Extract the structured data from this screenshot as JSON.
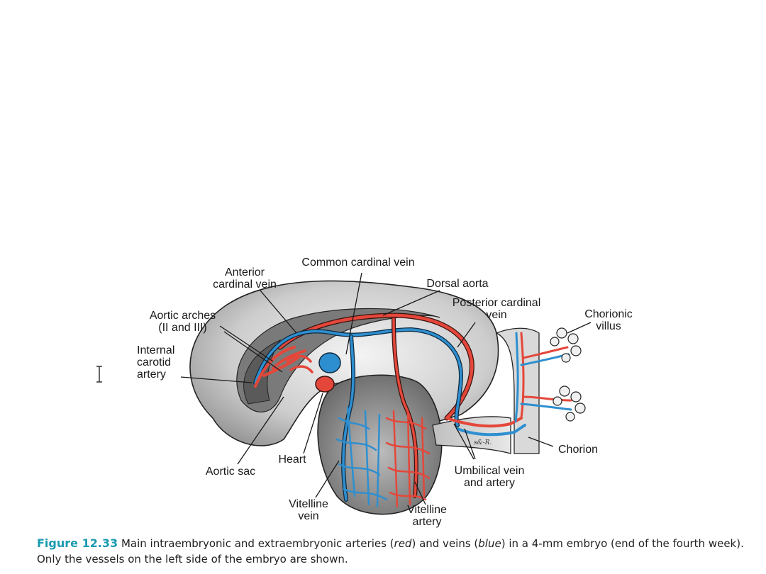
{
  "labels": {
    "common_cardinal_vein": "Common cardinal vein",
    "anterior_cardinal_vein": "Anterior\ncardinal vein",
    "dorsal_aorta": "Dorsal aorta",
    "posterior_cardinal_vein": "Posterior cardinal\nvein",
    "chorionic_villus": "Chorionic\nvillus",
    "aortic_arches": "Aortic arches\n(II and III)",
    "internal_carotid_artery": "Internal\ncarotid\nartery",
    "heart": "Heart",
    "aortic_sac": "Aortic sac",
    "chorion": "Chorion",
    "umbilical_vein_artery": "Umbilical vein\nand artery",
    "vitelline_vein": "Vitelline\nvein",
    "vitelline_artery": "Vitelline\nartery"
  },
  "caption": {
    "figure_number": "Figure 12.33",
    "text_part1": " Main intraembryonic and extraembryonic arteries (",
    "red_word": "red",
    "text_part2": ") and veins (",
    "blue_word": "blue",
    "text_part3": ") in a 4-mm embryo (end of the fourth week). Only the vessels on the left side of the embryo are shown."
  },
  "signature": "s&-R.",
  "colors": {
    "artery": "#e4473a",
    "vein": "#2e8fd0",
    "artery_outline": "#3a1410",
    "vein_outline": "#0f2a40",
    "embryo_gray": "#cfcfcf",
    "embryo_dark": "#6e6e6e",
    "caption_accent": "#1a9bb0"
  }
}
